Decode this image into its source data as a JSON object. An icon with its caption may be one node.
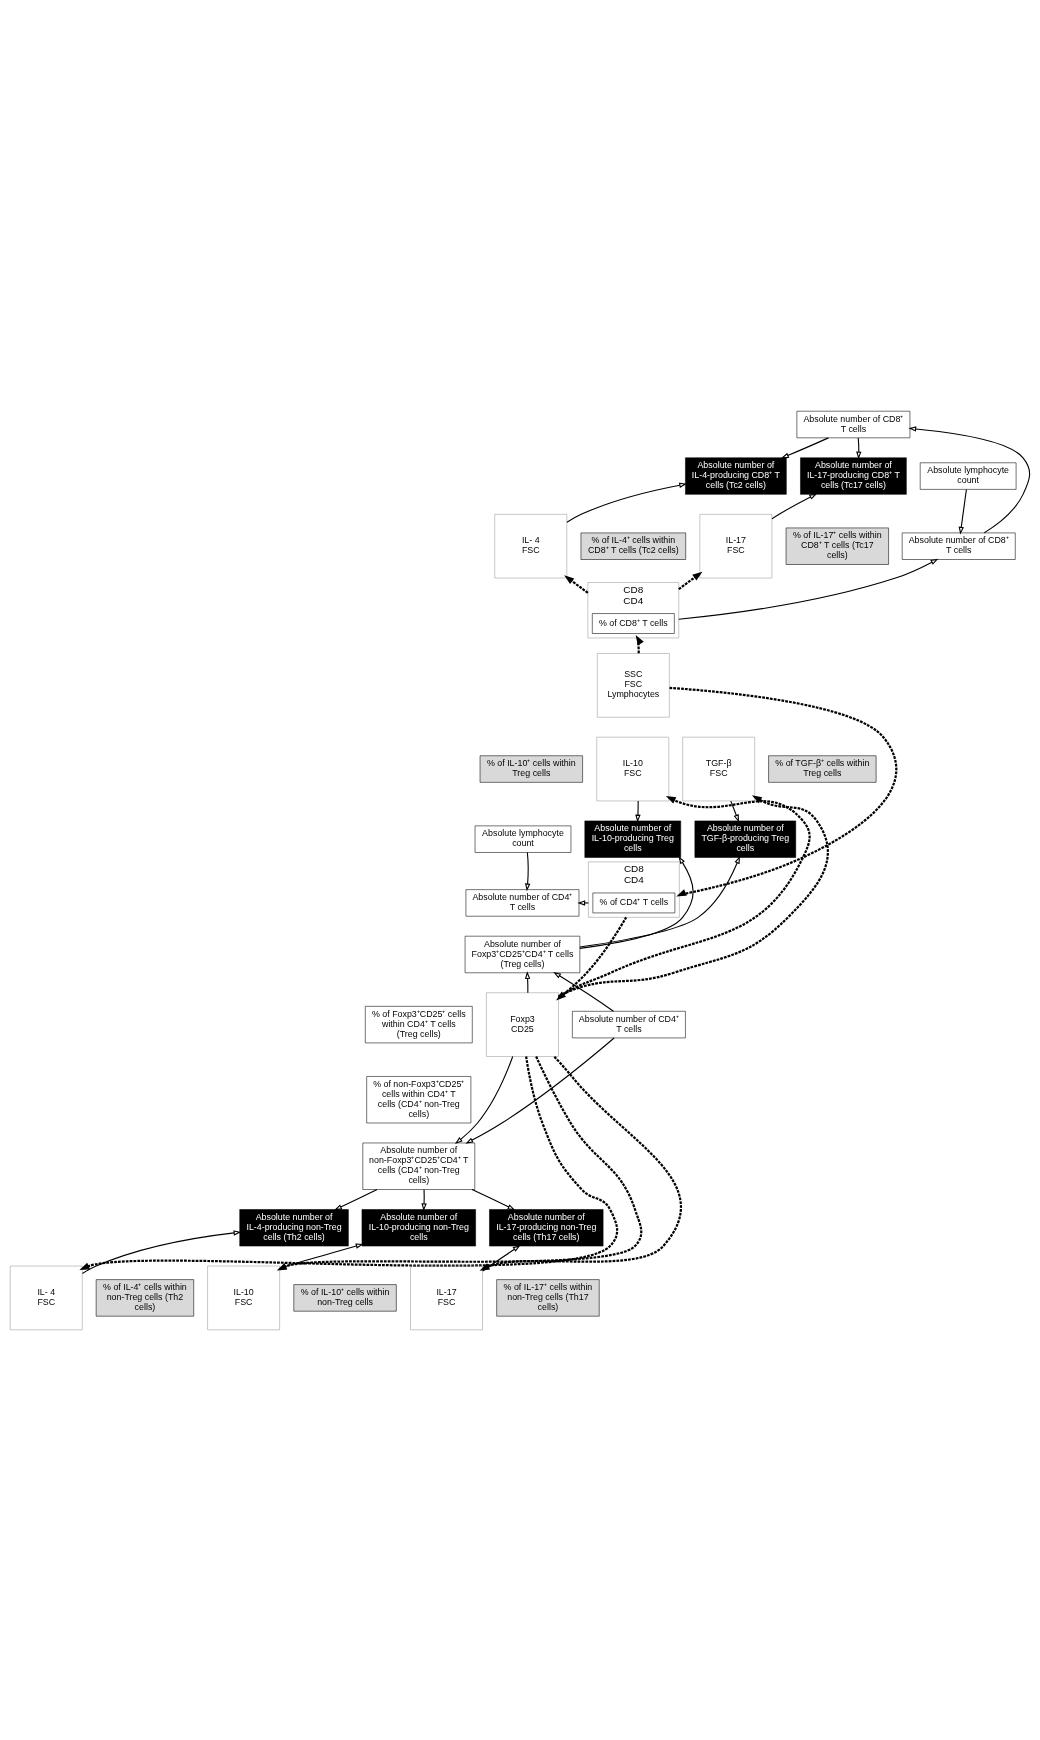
{
  "diagram": {
    "nodes": [
      {
        "text": [
          "Absolute number of CD8⁺ T cells"
        ]
      },
      {
        "text": [
          "Absolute number of IL-4-producing CD8⁺ T cells (Tc2 cells)"
        ]
      },
      {
        "text": [
          "Absolute number of IL-17-producing CD8⁺ T cells (Tc17 cells)"
        ]
      },
      {
        "text": [
          "Absolute lymphocyte count"
        ]
      },
      {
        "text": [
          "IL- 4",
          "FSC"
        ]
      },
      {
        "text": [
          "% of IL-4⁺ cells within CD8⁺ T cells (Tc2 cells)"
        ]
      },
      {
        "text": [
          "IL-17",
          "FSC"
        ]
      },
      {
        "text": [
          "% of IL-17⁺ cells within CD8⁺ T cells (Tc17 cells)"
        ]
      },
      {
        "text": [
          "Absolute number of CD8⁺ T cells"
        ]
      },
      {
        "text": [
          "CD8",
          "CD4"
        ]
      },
      {
        "text": [
          "% of CD8⁺ T cells"
        ],
        "in": 9
      },
      {
        "text": [
          "SSC",
          "FSC",
          "Lymphocytes"
        ]
      },
      {
        "text": [
          "% of IL-10⁺ cells within Treg cells"
        ]
      },
      {
        "text": [
          "IL-10",
          "FSC"
        ]
      },
      {
        "text": [
          "TGF-β",
          "FSC"
        ]
      },
      {
        "text": [
          "% of TGF-β⁺ cells within Treg cells"
        ]
      },
      {
        "text": [
          "Absolute lymphocyte count"
        ]
      },
      {
        "text": [
          "Absolute number of CD4⁺ T cells"
        ]
      },
      {
        "text": [
          "CD8",
          "CD4"
        ]
      },
      {
        "text": [
          "% of CD4⁺ T cells"
        ],
        "in": 18
      },
      {
        "text": [
          "Absolute number of IL-10-producing Treg cells"
        ]
      },
      {
        "text": [
          "Absolute number of TGF-β-producing Treg cells"
        ]
      },
      {
        "text": [
          "Absolute number of Foxp3⁺CD25⁺CD4⁺ T cells (Treg cells)"
        ]
      },
      {
        "text": [
          "% of Foxp3⁺CD25⁺ cells within CD4⁺ T cells (Treg cells)"
        ]
      },
      {
        "text": [
          "Foxp3",
          "CD25"
        ]
      },
      {
        "text": [
          "Absolute number of CD4⁺ T cells"
        ]
      },
      {
        "text": [
          "% of non-Foxp3⁺CD25⁺ cells within CD4⁺ T cells (CD4⁺ non-Treg cells)"
        ]
      },
      {
        "text": [
          "Absolute number of non-Foxp3⁺CD25⁺CD4⁺ T cells (CD4⁺ non-Treg cells)"
        ]
      },
      {
        "text": [
          "Absolute number of IL-4-producing non-Treg cells (Th2 cells)"
        ]
      },
      {
        "text": [
          "Absolute number of IL-10-producing non-Treg cells"
        ]
      },
      {
        "text": [
          "Absolute number of IL-17-producing non-Treg cells (Th17 cells)"
        ]
      },
      {
        "text": [
          "IL- 4",
          "FSC"
        ]
      },
      {
        "text": [
          "% of IL-4⁺ cells within non-Treg cells (Th2 cells)"
        ]
      },
      {
        "text": [
          "IL-10",
          "FSC"
        ]
      },
      {
        "text": [
          "% of IL-10⁺ cells within non-Treg cells"
        ]
      },
      {
        "text": [
          "IL-17",
          "FSC"
        ]
      },
      {
        "text": [
          "% of IL-17⁺ cells within non-Treg cells (Th17 cells)"
        ]
      }
    ],
    "edges": [
      {
        "from": 0,
        "to": 1,
        "arrow": "to"
      },
      {
        "from": 4,
        "to": 1,
        "arrow": "to"
      },
      {
        "from": 0,
        "to": 2,
        "arrow": "to"
      },
      {
        "from": 6,
        "to": 2,
        "arrow": "to"
      },
      {
        "from": 3,
        "to": 8,
        "arrow": "to"
      },
      {
        "from": 9,
        "to": 8,
        "arrow": "to"
      },
      {
        "from": 8,
        "to": 0,
        "arrow": "to"
      },
      {
        "from": 9,
        "to": 4,
        "arrow": "to",
        "style": "dashed"
      },
      {
        "from": 9,
        "to": 6,
        "arrow": "to",
        "style": "dashed"
      },
      {
        "from": 11,
        "to": 9,
        "arrow": "to",
        "style": "dashed"
      },
      {
        "from": 11,
        "to": 18,
        "arrow": "to",
        "style": "dashed"
      },
      {
        "from": 16,
        "to": 17,
        "arrow": "to"
      },
      {
        "from": 18,
        "to": 17,
        "arrow": "to"
      },
      {
        "from": 18,
        "to": 24,
        "arrow": "to",
        "style": "dashed"
      },
      {
        "from": 24,
        "to": 13,
        "arrow": "to",
        "style": "dashed"
      },
      {
        "from": 24,
        "to": 14,
        "arrow": "to",
        "style": "dashed"
      },
      {
        "from": 13,
        "to": 20,
        "arrow": "to"
      },
      {
        "from": 22,
        "to": 20,
        "arrow": "to"
      },
      {
        "from": 14,
        "to": 21,
        "arrow": "to"
      },
      {
        "from": 22,
        "to": 21,
        "arrow": "to"
      },
      {
        "from": 24,
        "to": 22,
        "arrow": "to"
      },
      {
        "from": 25,
        "to": 22,
        "arrow": "to"
      },
      {
        "from": 24,
        "to": 27,
        "arrow": "to"
      },
      {
        "from": 25,
        "to": 27,
        "arrow": "to"
      },
      {
        "from": 27,
        "to": 28,
        "arrow": "to"
      },
      {
        "from": 31,
        "to": 28,
        "arrow": "to"
      },
      {
        "from": 27,
        "to": 29,
        "arrow": "to"
      },
      {
        "from": 33,
        "to": 29,
        "arrow": "to"
      },
      {
        "from": 27,
        "to": 30,
        "arrow": "to"
      },
      {
        "from": 35,
        "to": 30,
        "arrow": "to"
      },
      {
        "from": 24,
        "to": 31,
        "arrow": "to",
        "style": "dashed"
      },
      {
        "from": 24,
        "to": 33,
        "arrow": "to",
        "style": "dashed"
      },
      {
        "from": 24,
        "to": 35,
        "arrow": "to",
        "style": "dashed"
      }
    ]
  }
}
